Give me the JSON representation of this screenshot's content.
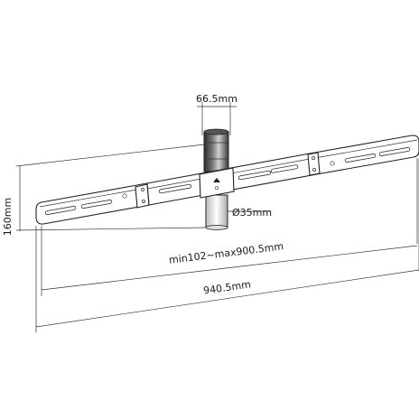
{
  "diagram": {
    "labels": {
      "pole_width": "66.5mm",
      "pole_diameter": "Ø35mm",
      "height": "160mm",
      "adjustable_range": "min102~max900.5mm",
      "overall_width": "940.5mm"
    },
    "colors": {
      "line": "#222222",
      "pole_dark": "#2a2a2a",
      "pole_mid": "#7a7a7a",
      "pole_light": "#cfcfcf",
      "background": "#ffffff"
    }
  }
}
